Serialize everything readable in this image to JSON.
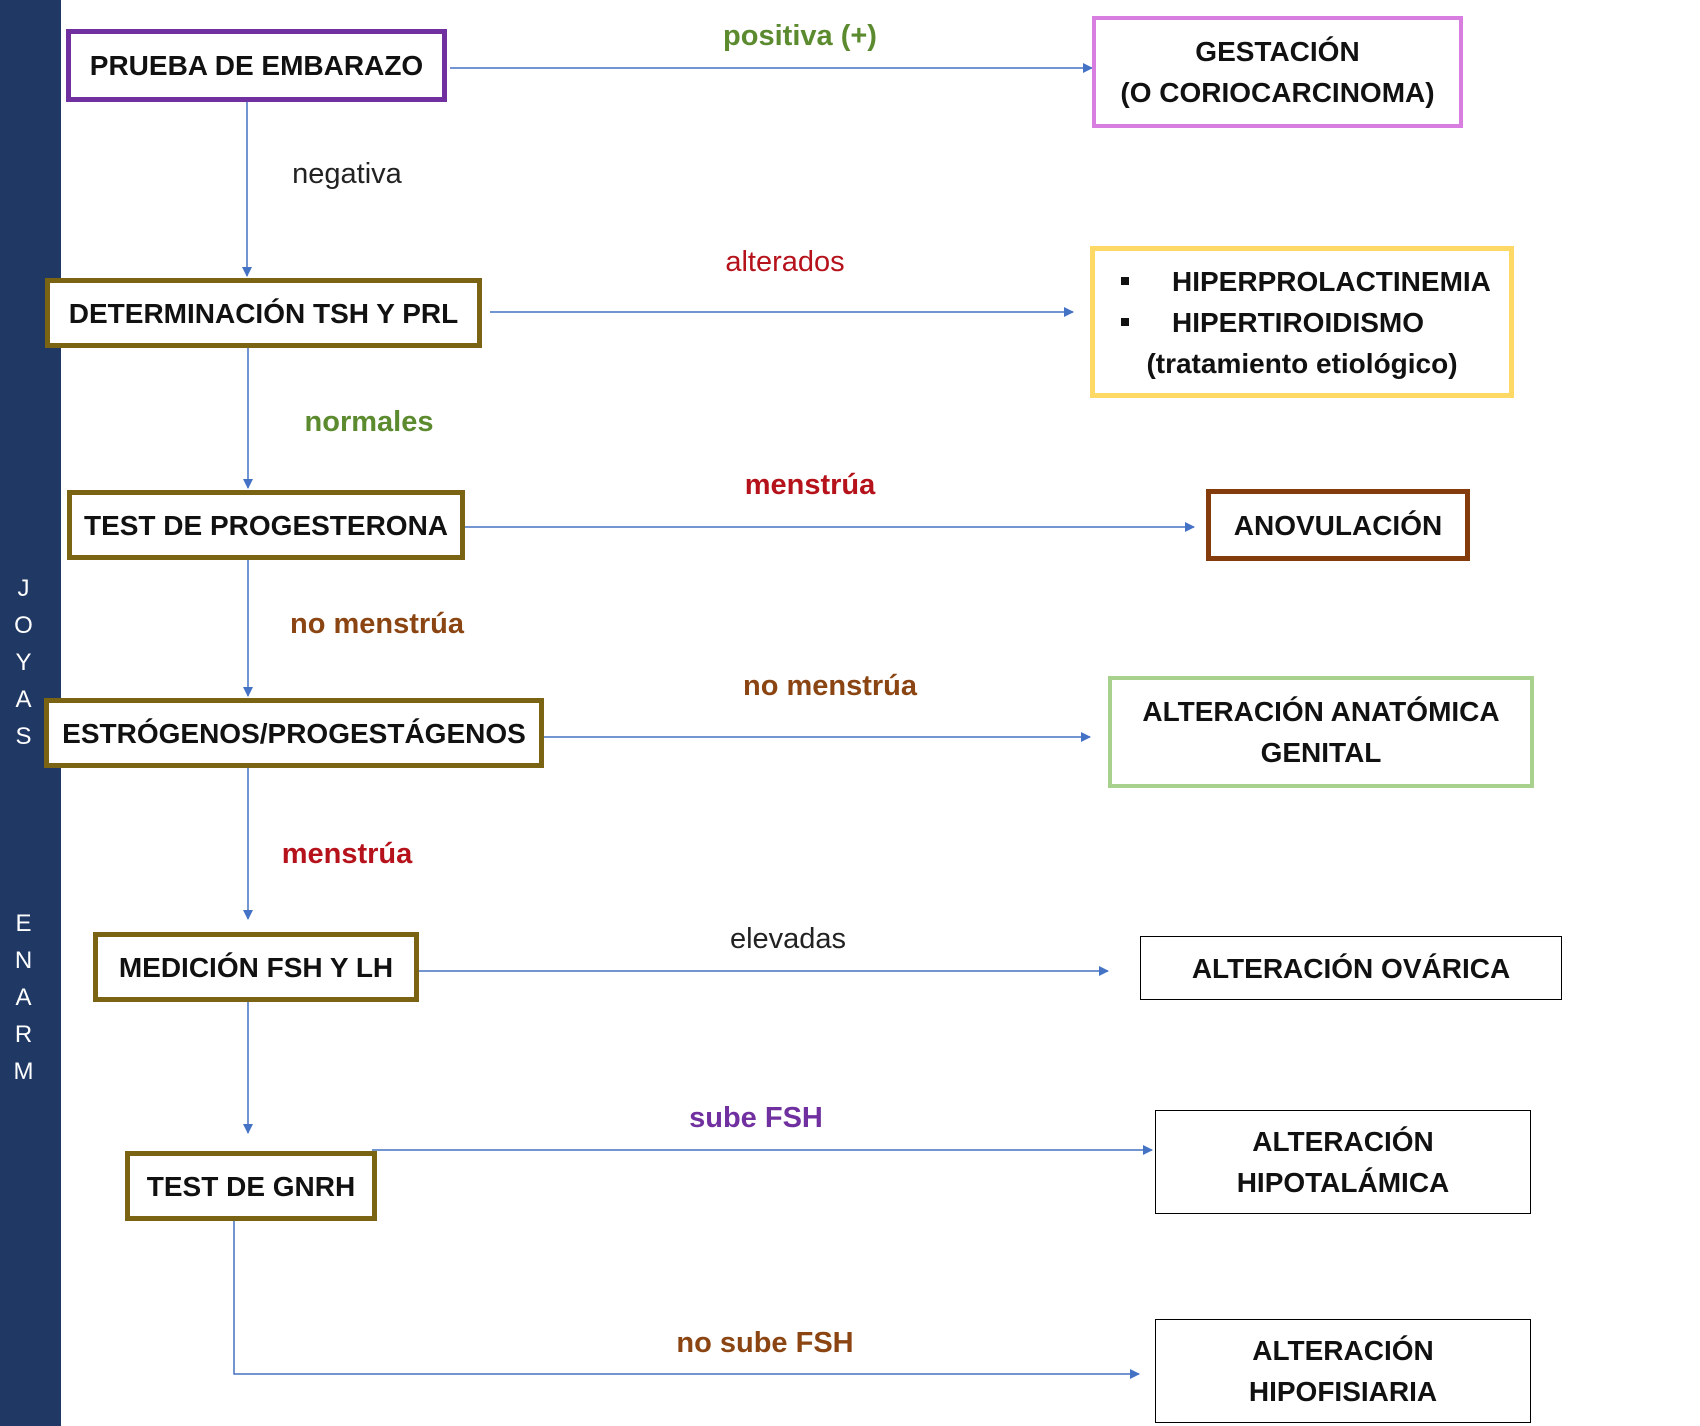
{
  "sidebar": {
    "top_letters": "J\nO\nY\nA\nS",
    "bottom_letters": "E\nN\nA\nR\nM"
  },
  "steps": {
    "pregnancy_test": "PRUEBA DE EMBARAZO",
    "tsh_prl": "DETERMINACIÓN TSH Y PRL",
    "progesterone_test": "TEST DE PROGESTERONA",
    "estrogen_progestagen": "ESTRÓGENOS/PROGESTÁGENOS",
    "fsh_lh": "MEDICIÓN FSH Y LH",
    "gnrh_test": "TEST DE GNRH"
  },
  "outcomes": {
    "gestation_line1": "GESTACIÓN",
    "gestation_line2": "(O CORIOCARCINOMA)",
    "hyperprolactinemia": "HIPERPROLACTINEMIA",
    "hyperthyroidism": "HIPERTIROIDISMO",
    "treatment": "(tratamiento etiológico)",
    "anovulation": "ANOVULACIÓN",
    "anatomical_line1": "ALTERACIÓN ANATÓMICA",
    "anatomical_line2": "GENITAL",
    "ovarian": "ALTERACIÓN OVÁRICA",
    "hypothalamic_line1": "ALTERACIÓN",
    "hypothalamic_line2": "HIPOTALÁMICA",
    "pituitary_line1": "ALTERACIÓN",
    "pituitary_line2": "HIPOFISIARIA"
  },
  "labels": {
    "positive": "positiva (+)",
    "negative": "negativa",
    "altered": "alterados",
    "normal": "normales",
    "menstruation_1": "menstrúa",
    "no_menstruation_1": "no menstrúa",
    "no_menstruation_2": "no menstrúa",
    "menstruation_2": "menstrúa",
    "elevated": "elevadas",
    "fsh_rises": "sube FSH",
    "fsh_no_rise": "no sube FSH"
  },
  "colors": {
    "sidebar": "#1f3864",
    "arrow": "#4472c4",
    "step_border": "#7a6413",
    "pregnancy_border": "#7030a0",
    "gestation_border": "#d87ee0",
    "hyper_border": "#ffd966",
    "anovulation_border": "#843c0c",
    "anatomical_border": "#a9d18e",
    "plain_border": "#000000"
  }
}
